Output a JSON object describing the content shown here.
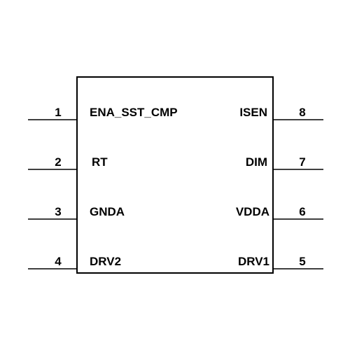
{
  "package": {
    "pins": [
      {
        "number": "1",
        "name": "ENA_SST_CMP"
      },
      {
        "number": "2",
        "name": "RT"
      },
      {
        "number": "3",
        "name": "GNDA"
      },
      {
        "number": "4",
        "name": "DRV2"
      },
      {
        "number": "5",
        "name": "DRV1"
      },
      {
        "number": "6",
        "name": "VDDA"
      },
      {
        "number": "7",
        "name": "DIM"
      },
      {
        "number": "8",
        "name": "ISEN"
      }
    ]
  },
  "colors": {
    "line": "#000000",
    "background": "#ffffff"
  }
}
